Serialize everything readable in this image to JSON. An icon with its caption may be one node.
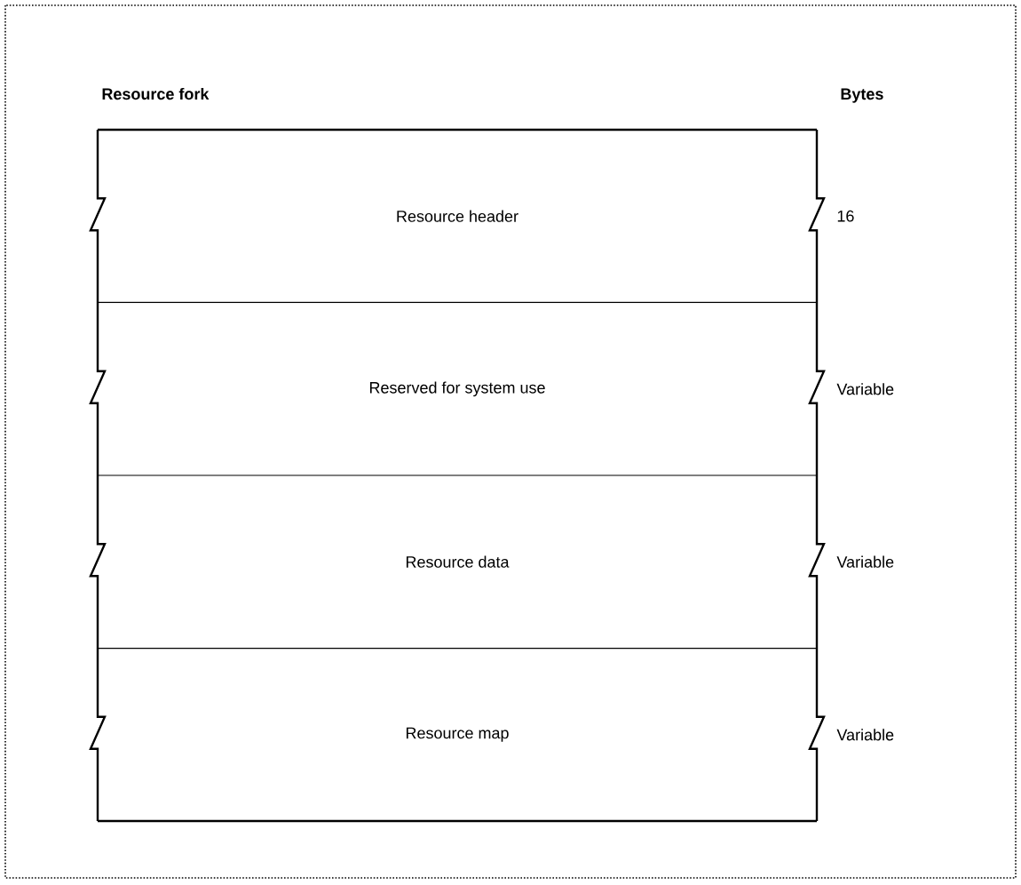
{
  "diagram": {
    "nodes": [
      {
        "text": [
          "Resource fork"
        ]
      },
      {
        "text": [
          "Resource header"
        ],
        "in": 0
      },
      {
        "text": [
          "Reserved for system use"
        ],
        "in": 0
      },
      {
        "text": [
          "Resource data"
        ],
        "in": 0
      },
      {
        "text": [
          "Resource map"
        ],
        "in": 0
      }
    ],
    "labels": [
      "Bytes",
      "16",
      "Variable",
      "Variable",
      "Variable"
    ]
  }
}
